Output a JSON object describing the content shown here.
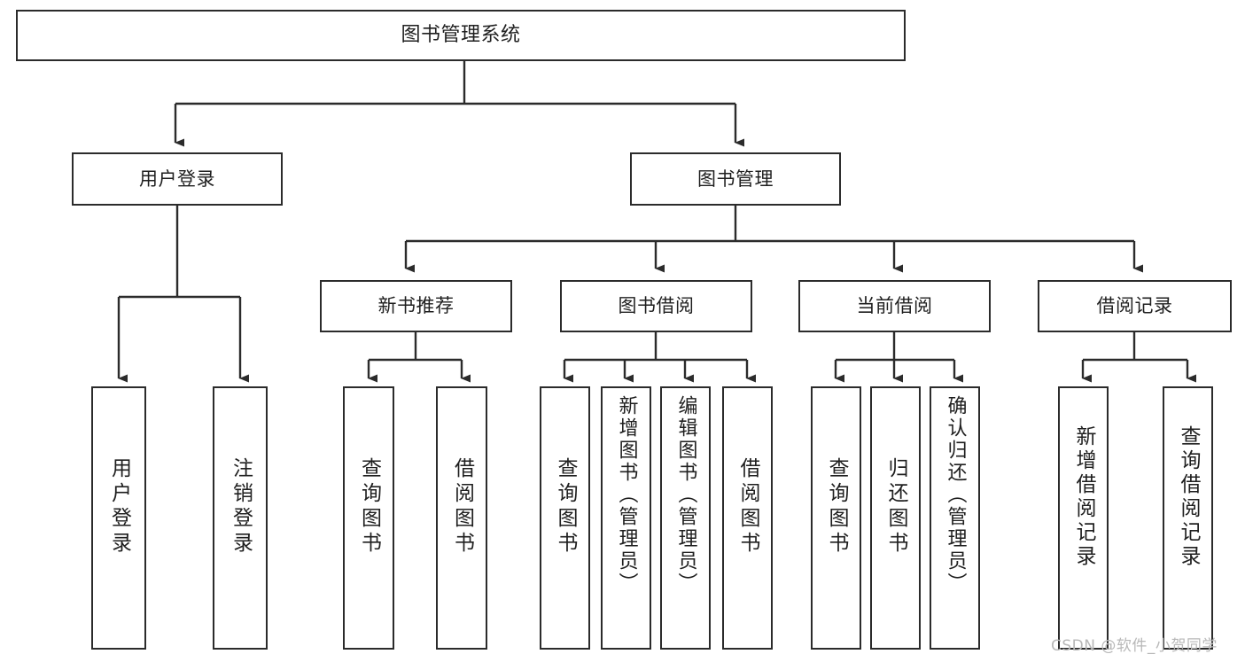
{
  "diagram": {
    "title": "图书管理系统",
    "type": "tree-hierarchy",
    "levels": 4,
    "root": {
      "label": "图书管理系统"
    },
    "level2": [
      {
        "label": "用户登录"
      },
      {
        "label": "图书管理"
      }
    ],
    "level3": [
      {
        "label": "新书推荐"
      },
      {
        "label": "图书借阅"
      },
      {
        "label": "当前借阅"
      },
      {
        "label": "借阅记录"
      }
    ],
    "leaves": {
      "user_login": [
        {
          "label": "用户登录"
        },
        {
          "label": "注销登录"
        }
      ],
      "new_book_recommend": [
        {
          "label": "查询图书"
        },
        {
          "label": "借阅图书"
        }
      ],
      "book_borrow": [
        {
          "label": "查询图书"
        },
        {
          "label": "新增图书（管理员）"
        },
        {
          "label": "编辑图书（管理员）"
        },
        {
          "label": "借阅图书"
        }
      ],
      "current_borrow": [
        {
          "label": "查询图书"
        },
        {
          "label": "归还图书"
        },
        {
          "label": "确认归还（管理员）"
        }
      ],
      "borrow_record": [
        {
          "label": "新增借阅记录"
        },
        {
          "label": "查询借阅记录"
        }
      ]
    }
  },
  "watermark": {
    "text": "CSDN @软件_小贺同学"
  },
  "colors": {
    "stroke": "#2b2b2b",
    "fill": "#ffffff",
    "text": "#1f1f1f",
    "watermark": "#b8b8b8"
  }
}
